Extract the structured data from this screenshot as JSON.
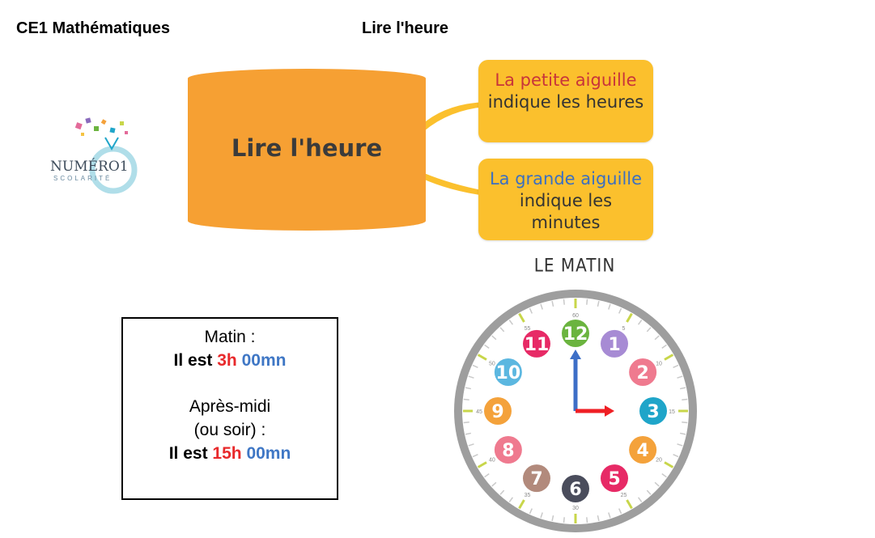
{
  "header": {
    "left_title": "CE1 Mathématiques",
    "center_title": "Lire l'heure"
  },
  "logo": {
    "text": "NUMÉRO1",
    "subtitle": "SCOLARITÉ"
  },
  "mindmap": {
    "center_label": "Lire l'heure",
    "hours_callout": {
      "highlight": "La petite aiguille",
      "rest": " indique les heures"
    },
    "minutes_callout": {
      "highlight": "La grande aiguille",
      "rest": " indique les minutes"
    }
  },
  "time_box": {
    "morning_label": "Matin :",
    "prefix": "Il est ",
    "morning_hours": "3h",
    "morning_minutes": "00mn",
    "afternoon_label_1": "Après-midi",
    "afternoon_label_2": "(ou soir) :",
    "afternoon_hours": "15h",
    "afternoon_minutes": "00mn"
  },
  "clock": {
    "label": "LE MATIN",
    "hour": 3,
    "minute": 0,
    "hours": [
      {
        "n": "12",
        "color": "#6bb43f"
      },
      {
        "n": "1",
        "color": "#a78bd4"
      },
      {
        "n": "2",
        "color": "#ef7a8f"
      },
      {
        "n": "3",
        "color": "#1fa5c9"
      },
      {
        "n": "4",
        "color": "#f4a23b"
      },
      {
        "n": "5",
        "color": "#e72a66"
      },
      {
        "n": "6",
        "color": "#4a4d5c"
      },
      {
        "n": "7",
        "color": "#b28a7c"
      },
      {
        "n": "8",
        "color": "#ef7a8f"
      },
      {
        "n": "9",
        "color": "#f4a23b"
      },
      {
        "n": "10",
        "color": "#5bb7e0"
      },
      {
        "n": "11",
        "color": "#e72a66"
      }
    ],
    "minute_labels": [
      "60",
      "5",
      "10",
      "15",
      "20",
      "25",
      "30",
      "35",
      "40",
      "45",
      "50",
      "55"
    ],
    "hand_colors": {
      "hour": "#ef1f24",
      "minute": "#3d6fc7"
    },
    "rim_color": "#9e9e9e",
    "tick_accent": "#c8d64a"
  }
}
